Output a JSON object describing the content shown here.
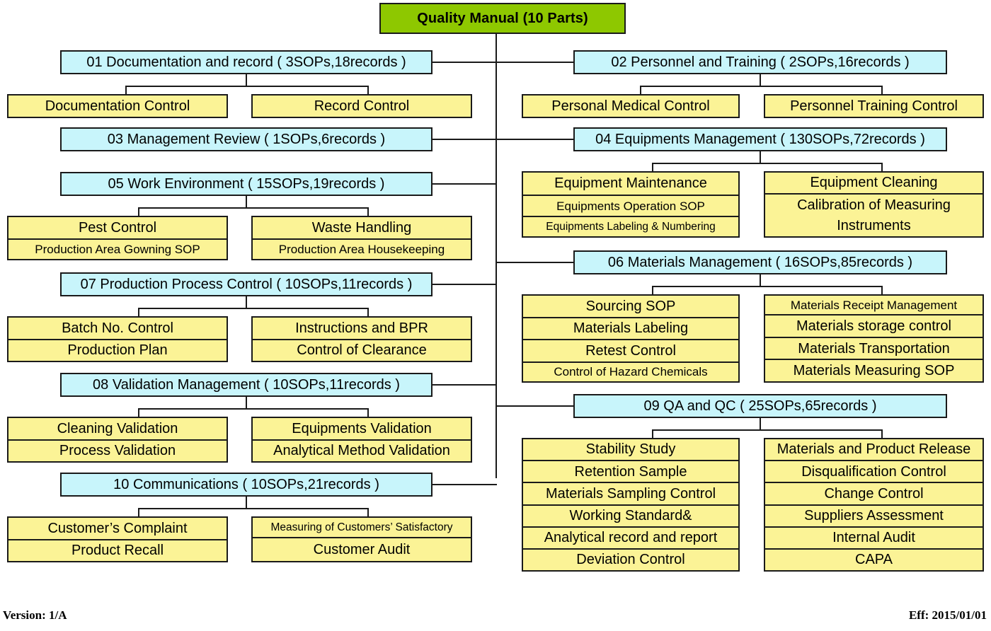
{
  "title": {
    "label": "Quality Manual (10 Parts)"
  },
  "colors": {
    "title_box": "#8ec800",
    "section_box": "#c8f5fb",
    "item_box": "#fbf396",
    "line": "#1a1a1a",
    "text": "#000000"
  },
  "sections": {
    "s01": {
      "header": "01 Documentation and record ( 3SOPs,18records )",
      "left": [
        "Documentation Control"
      ],
      "right": [
        "Record Control"
      ]
    },
    "s02": {
      "header": "02 Personnel and Training ( 2SOPs,16records )",
      "left": [
        "Personal Medical Control"
      ],
      "right": [
        "Personnel Training Control"
      ]
    },
    "s03": {
      "header": "03 Management Review ( 1SOPs,6records )",
      "left": [],
      "right": []
    },
    "s04": {
      "header": "04 Equipments Management ( 130SOPs,72records )",
      "left": [
        "Equipment Maintenance",
        "Equipments Operation SOP",
        "Equipments Labeling & Numbering"
      ],
      "right": [
        "Equipment Cleaning",
        "Calibration of Measuring",
        "Instruments"
      ]
    },
    "s05": {
      "header": "05 Work Environment ( 15SOPs,19records )",
      "left": [
        "Pest Control",
        "Production Area Gowning SOP"
      ],
      "right": [
        "Waste Handling",
        "Production Area Housekeeping"
      ]
    },
    "s06": {
      "header": "06 Materials Management ( 16SOPs,85records )",
      "left": [
        "Sourcing SOP",
        "Materials Labeling",
        "Retest Control",
        "Control of Hazard Chemicals"
      ],
      "right": [
        "Materials Receipt Management",
        "Materials storage control",
        "Materials Transportation",
        "Materials Measuring SOP"
      ]
    },
    "s07": {
      "header": "07 Production Process Control ( 10SOPs,11records )",
      "left": [
        "Batch No. Control",
        "Production Plan"
      ],
      "right": [
        "Instructions and BPR",
        "Control of Clearance"
      ]
    },
    "s08": {
      "header": "08 Validation Management ( 10SOPs,11records )",
      "left": [
        "Cleaning Validation",
        "Process Validation"
      ],
      "right": [
        "Equipments Validation",
        "Analytical Method Validation"
      ]
    },
    "s09": {
      "header": "09 QA and QC ( 25SOPs,65records )",
      "left": [
        "Stability Study",
        "Retention Sample",
        "Materials Sampling Control",
        "Working Standard&",
        "Analytical record and report",
        "Deviation Control"
      ],
      "right": [
        "Materials and Product Release",
        "Disqualification Control",
        "Change Control",
        "Suppliers Assessment",
        "Internal Audit",
        "CAPA"
      ]
    },
    "s10": {
      "header": "10 Communications ( 10SOPs,21records )",
      "left": [
        "Customer’s Complaint",
        "Product Recall"
      ],
      "right": [
        "Measuring of Customers’ Satisfactory",
        "Customer Audit"
      ]
    }
  },
  "footer": {
    "version": "Version: 1/A",
    "effective": "Eff:  2015/01/01"
  }
}
